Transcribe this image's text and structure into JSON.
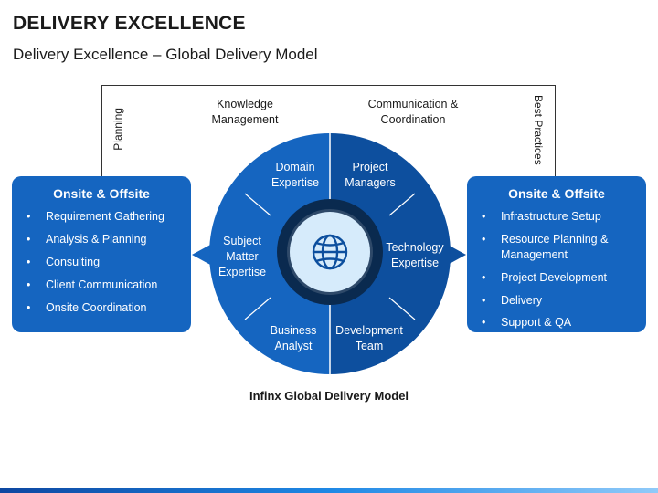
{
  "header": {
    "title": "DELIVERY EXCELLENCE",
    "subtitle": "Delivery Excellence – Global Delivery Model"
  },
  "frame_labels": {
    "planning": "Planning",
    "knowledge_management": "Knowledge Management",
    "communication_coordination": "Communication & Coordination",
    "best_practices": "Best Practices"
  },
  "left_panel": {
    "title": "Onsite & Offsite",
    "items": [
      "Requirement Gathering",
      "Analysis & Planning",
      "Consulting",
      "Client Communication",
      "Onsite Coordination"
    ]
  },
  "right_panel": {
    "title": "Onsite & Offsite",
    "items": [
      "Infrastructure Setup",
      "Resource Planning & Management",
      "Project Development",
      "Delivery",
      "Support & QA"
    ]
  },
  "circle_segments": {
    "domain_expertise": "Domain Expertise",
    "project_managers": "Project Managers",
    "subject_matter_expertise": "Subject Matter Expertise",
    "technology_expertise": "Technology Expertise",
    "business_analyst": "Business Analyst",
    "development_team": "Development Team"
  },
  "center_icon": "globe-icon",
  "caption": "Infinx Global Delivery Model",
  "colors": {
    "panel_blue": "#1565c0",
    "circle_left": "#1565c0",
    "circle_right": "#0d4f9e",
    "ring_dark": "#0a2a4f",
    "center_light": "#d6ebfb"
  }
}
